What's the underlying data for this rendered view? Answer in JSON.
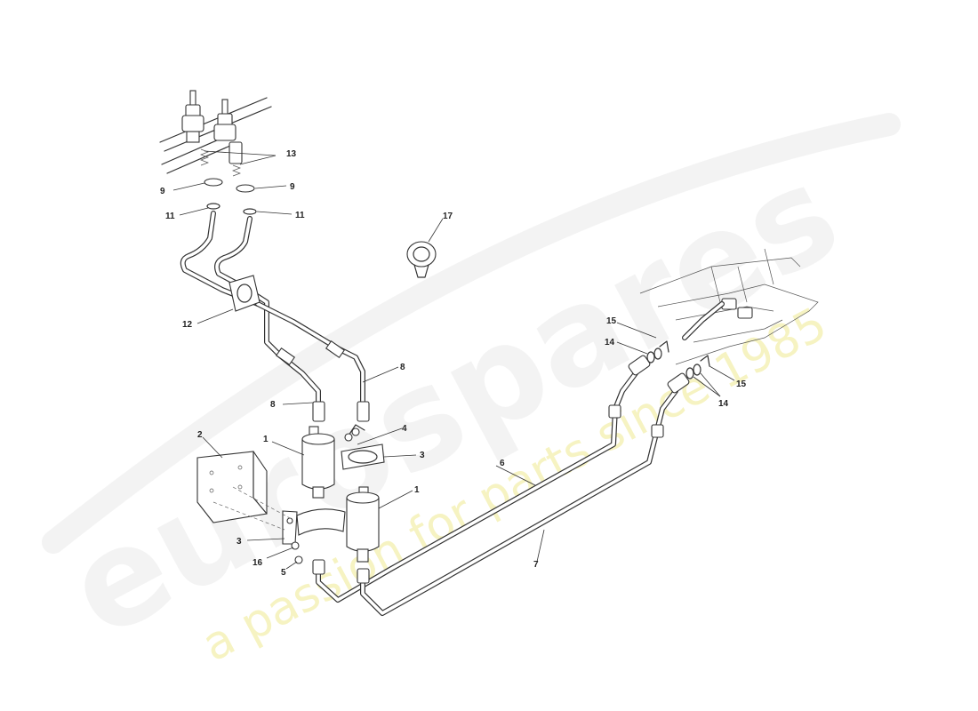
{
  "watermark": {
    "brand": "eurospares",
    "tagline": "a passion for parts since 1985"
  },
  "callouts": [
    "1",
    "1",
    "2",
    "3",
    "3",
    "4",
    "5",
    "6",
    "7",
    "8",
    "8",
    "9",
    "9",
    "11",
    "11",
    "12",
    "13",
    "14",
    "14",
    "15",
    "15",
    "16",
    "17"
  ]
}
